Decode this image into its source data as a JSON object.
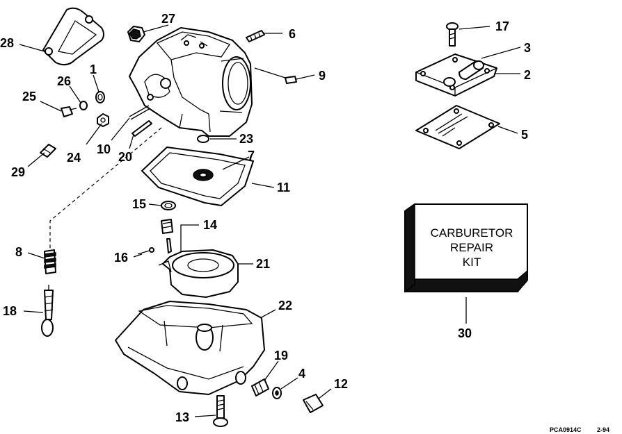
{
  "callouts": {
    "c1": "1",
    "c2": "2",
    "c3": "3",
    "c4": "4",
    "c5": "5",
    "c6": "6",
    "c7": "7",
    "c8": "8",
    "c9": "9",
    "c10": "10",
    "c11": "11",
    "c12": "12",
    "c13": "13",
    "c14": "14",
    "c15": "15",
    "c16": "16",
    "c17": "17",
    "c18": "18",
    "c19": "19",
    "c20": "20",
    "c21": "21",
    "c22": "22",
    "c23": "23",
    "c24": "24",
    "c25": "25",
    "c26": "26",
    "c27": "27",
    "c28": "28",
    "c29": "29",
    "c30": "30"
  },
  "kit": {
    "line1": "CARBURETOR",
    "line2": "REPAIR",
    "line3": "KIT"
  },
  "footer": {
    "code": "PCA0914C",
    "date": "2-94"
  }
}
